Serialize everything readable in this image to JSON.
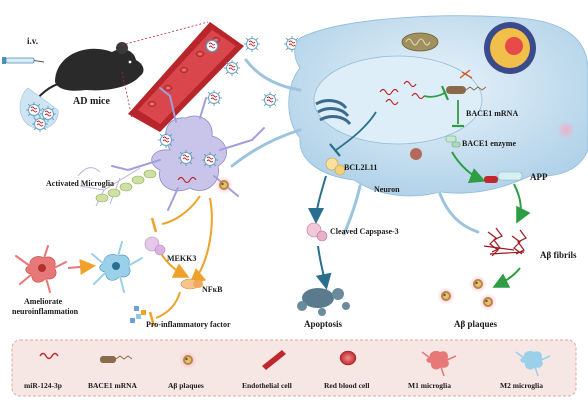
{
  "diagram": {
    "injection_label": "i.v.",
    "mouse_label": "AD mice",
    "microglia": {
      "activated_label": "Activated Microglia",
      "kinase_label": "MEKK3",
      "transcription_label": "NFκB",
      "output_label": "Pro-inflammatory factor",
      "outcome_label_line1": "Ameliorate",
      "outcome_label_line2": "neuroinflammation"
    },
    "neuron": {
      "cell_label": "Neuron",
      "mrna_label": "BACE1 mRNA",
      "enzyme_label": "BACE1 enzyme",
      "app_label": "APP",
      "fibril_label": "Aβ fibrils",
      "plaque_label": "Aβ plaques",
      "bcl_label": "BCL2L11",
      "caspase_label": "Cleaved Capspase-3",
      "apoptosis_label": "Apoptosis"
    },
    "colors": {
      "arrow_green": "#2e9e44",
      "arrow_orange": "#f0a12a",
      "arrow_blue": "#2b6f8e",
      "neuron_fill": "#cfe4f2",
      "vessel_red": "#c0272d"
    }
  },
  "legend": {
    "items": [
      {
        "label": "miR-124-3p",
        "icon": "mirna-strand-icon"
      },
      {
        "label": "BACE1 mRNA",
        "icon": "mrna-icon"
      },
      {
        "label": "Aβ plaques",
        "icon": "plaque-icon"
      },
      {
        "label": "Endothelial cell",
        "icon": "endothelial-cell-icon"
      },
      {
        "label": "Red blood cell",
        "icon": "red-blood-cell-icon"
      },
      {
        "label": "M1 microglia",
        "icon": "m1-microglia-icon"
      },
      {
        "label": "M2 microglia",
        "icon": "m2-microglia-icon"
      }
    ]
  }
}
